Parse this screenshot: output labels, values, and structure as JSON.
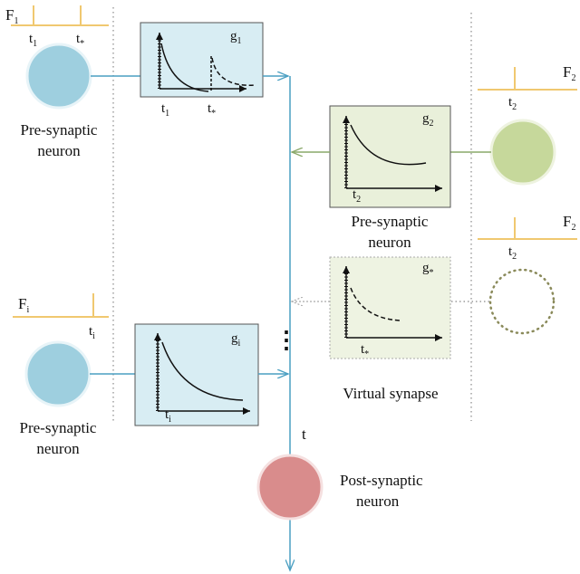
{
  "colors": {
    "presyn_blue": "#9ecfdf",
    "presyn_green": "#c6d89b",
    "postsyn_red": "#d98c8c",
    "virtual_dots": "#8a8a5a",
    "spike_line": "#f0c870",
    "box_blue": "#d8edf3",
    "box_green": "#e9f0da",
    "axon_blue": "#4a9fc2",
    "axon_green": "#8aa86a",
    "guide_dots": "#888888",
    "curve": "#111111"
  },
  "labels": {
    "pre_neuron_1": [
      "Pre-synaptic",
      "neuron"
    ],
    "pre_neuron_2": [
      "Pre-synaptic",
      "neuron"
    ],
    "pre_neuron_i": [
      "Pre-synaptic",
      "neuron"
    ],
    "virtual_synapse": "Virtual synapse",
    "post_neuron": [
      "Post-synaptic",
      "neuron"
    ],
    "t_output": "t",
    "ellipsis": "⋮"
  },
  "spike_trains": {
    "f1": {
      "name": "F",
      "sub": "1",
      "t_a": "t",
      "t_a_sub": "1",
      "t_b": "t",
      "t_b_sub": "*"
    },
    "f2_top": {
      "name": "F",
      "sub": "2",
      "t": "t",
      "t_sub": "2"
    },
    "f2_bottom": {
      "name": "F",
      "sub": "2",
      "t": "t",
      "t_sub": "2"
    },
    "fi": {
      "name": "F",
      "sub": "i",
      "t": "t",
      "t_sub": "i"
    }
  },
  "synapses": {
    "g1": {
      "name": "g",
      "sub": "1",
      "t_a": "t",
      "t_a_sub": "1",
      "t_b": "t",
      "t_b_sub": "*"
    },
    "g2": {
      "name": "g",
      "sub": "2",
      "t": "t",
      "t_sub": "2"
    },
    "gstar": {
      "name": "g",
      "sub": "*",
      "t": "t",
      "t_sub": "*"
    },
    "gi": {
      "name": "g",
      "sub": "i",
      "t": "t",
      "t_sub": "i"
    }
  }
}
